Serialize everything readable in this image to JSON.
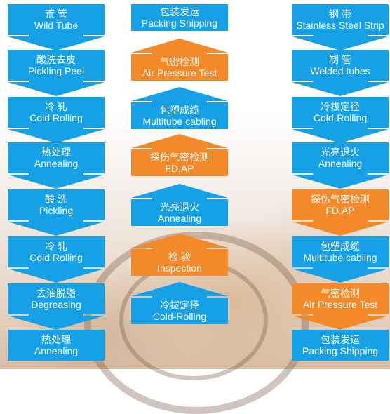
{
  "columns": [
    {
      "direction": "down",
      "steps": [
        {
          "cn": "荒 管",
          "en": "Wild Tube",
          "color": "blue"
        },
        {
          "cn": "酸洗去皮",
          "en": "Pickling Peel",
          "color": "blue"
        },
        {
          "cn": "冷 轧",
          "en": "Cold Rolling",
          "color": "blue"
        },
        {
          "cn": "热处理",
          "en": "Annealing",
          "color": "blue"
        },
        {
          "cn": "酸 洗",
          "en": "Pickling",
          "color": "blue"
        },
        {
          "cn": "冷 轧",
          "en": "Cold Rolling",
          "color": "blue"
        },
        {
          "cn": "去油脱脂",
          "en": "Degreasing",
          "color": "blue"
        },
        {
          "cn": "热处理",
          "en": "Annealing",
          "color": "blue"
        }
      ]
    },
    {
      "direction": "up",
      "steps": [
        {
          "cn": "包装发运",
          "en": "Packing Shipping",
          "color": "blue"
        },
        {
          "cn": "气密检测",
          "en": "Air Pressure Test",
          "color": "orange"
        },
        {
          "cn": "包塑成缆",
          "en": "Multitube cabling",
          "color": "blue"
        },
        {
          "cn": "探伤气密检测",
          "en": "FD.AP",
          "color": "orange"
        },
        {
          "cn": "光亮退火",
          "en": "Annealing",
          "color": "blue"
        },
        {
          "cn": "检 验",
          "en": "Inspection",
          "color": "orange"
        },
        {
          "cn": "冷拔定径",
          "en": "Cold-Rolling",
          "color": "blue"
        }
      ]
    },
    {
      "direction": "down",
      "steps": [
        {
          "cn": "钢 带",
          "en": "Stainless Steel Strip",
          "color": "blue"
        },
        {
          "cn": "制 管",
          "en": "Welded tubes",
          "color": "blue"
        },
        {
          "cn": "冷拔定径",
          "en": "Cold-Rolling",
          "color": "blue"
        },
        {
          "cn": "光亮退火",
          "en": "Annealing",
          "color": "blue"
        },
        {
          "cn": "探伤气密检测",
          "en": "FD.AP",
          "color": "orange"
        },
        {
          "cn": "包塑成缆",
          "en": "Multitube cabling",
          "color": "blue"
        },
        {
          "cn": "气密检测",
          "en": "Air Pressure Test",
          "color": "orange"
        },
        {
          "cn": "包装发运",
          "en": "Packing Shipping",
          "color": "blue"
        }
      ]
    }
  ],
  "colors": {
    "blue": "#16a0e6",
    "orange": "#f4892a"
  }
}
